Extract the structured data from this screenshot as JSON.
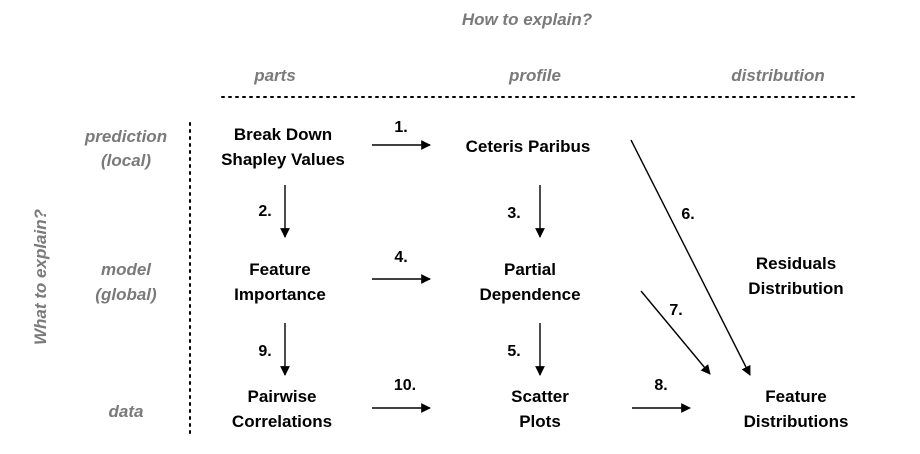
{
  "header": {
    "how": "How to explain?",
    "what": "What to explain?"
  },
  "columns": {
    "parts": "parts",
    "profile": "profile",
    "distribution": "distribution"
  },
  "rows": {
    "prediction_1": "prediction",
    "prediction_2": "(local)",
    "model_1": "model",
    "model_2": "(global)",
    "data": "data"
  },
  "nodes": {
    "breakdown_1": "Break Down",
    "breakdown_2": "Shapley Values",
    "ceteris": "Ceteris Paribus",
    "importance_1": "Feature",
    "importance_2": "Importance",
    "pdp_1": "Partial",
    "pdp_2": "Dependence",
    "residuals_1": "Residuals",
    "residuals_2": "Distribution",
    "pairwise_1": "Pairwise",
    "pairwise_2": "Correlations",
    "scatter_1": "Scatter",
    "scatter_2": "Plots",
    "featdist_1": "Feature",
    "featdist_2": "Distributions"
  },
  "edges": {
    "e1": "1.",
    "e2": "2.",
    "e3": "3.",
    "e4": "4.",
    "e5": "5.",
    "e6": "6.",
    "e7": "7.",
    "e8": "8.",
    "e9": "9.",
    "e10": "10."
  }
}
